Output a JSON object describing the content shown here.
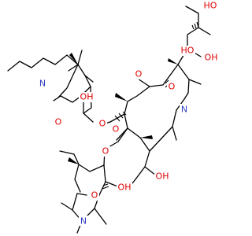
{
  "structure": {
    "atom_labels": {
      "hydroxyl_top_1": "OH",
      "hydroxyl_top_2": "HO",
      "hydroxyl_top_3": "HO",
      "ring_amine": "N",
      "side_amine": "N",
      "ring_oxygen_lactone": "O",
      "carbonyl_oxygen": "O",
      "sugar1_ring_oxygen": "O",
      "sugar1_link_oxygen": "O",
      "methoxy_oxygen": "O",
      "sugar2_link_oxygen": "O",
      "sugar2_ring_oxygen": "O",
      "hydroxyl_mid": "OH",
      "hydroxyl_low": "OH",
      "dimethylamino": "N"
    },
    "colors": {
      "bond": "#000000",
      "nitrogen": "#2f3fbf",
      "oxygen": "#e00000",
      "carbon": "#000000"
    }
  }
}
